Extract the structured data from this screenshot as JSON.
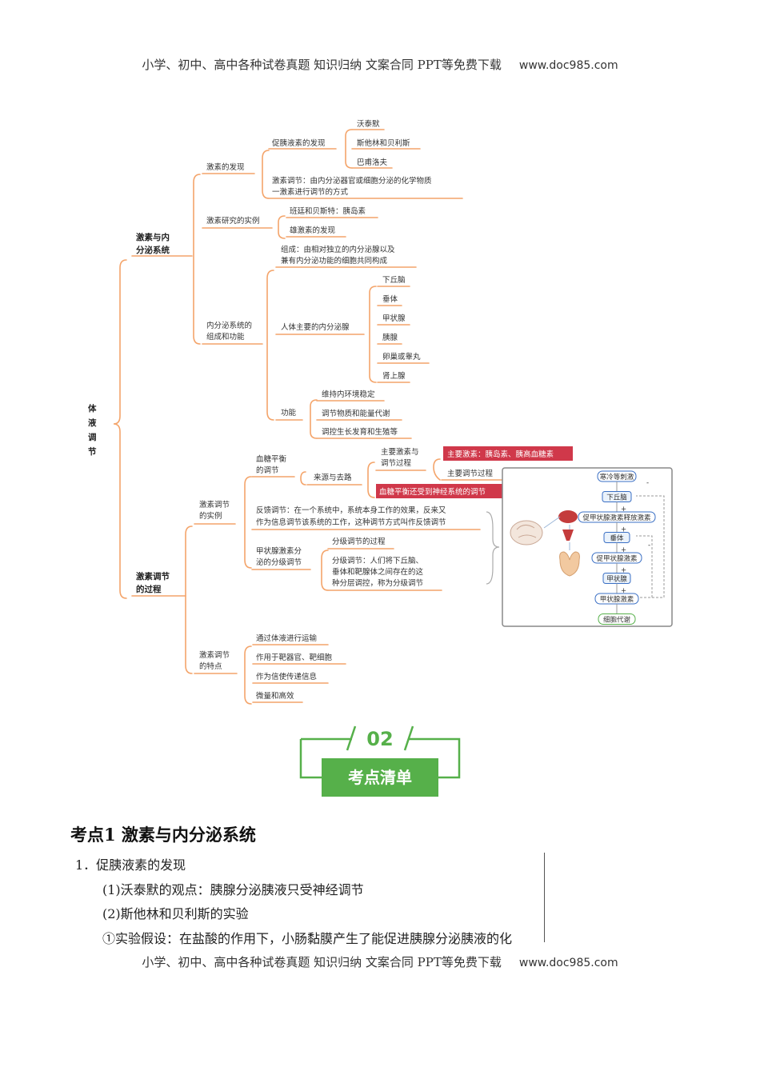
{
  "header": {
    "text": "小学、初中、高中各种试卷真题  知识归纳  文案合同  PPT等免费下载",
    "site": "www.doc985.com"
  },
  "footer": {
    "text": "小学、初中、高中各种试卷真题  知识归纳  文案合同  PPT等免费下载",
    "site": "www.doc985.com"
  },
  "mindmap": {
    "root": "体液调节",
    "branch1": "激素与内分泌系统",
    "b1_discovery": "激素的发现",
    "b1_secretin": "促胰液素的发现",
    "b1_wotaimo": "沃泰默",
    "b1_bayliss": "斯他林和贝利斯",
    "b1_pavlov": "巴甫洛夫",
    "b1_hormone_def": "激素调节：由内分泌器官或细胞分泌的化学物质",
    "b1_hormone_def2": "一激素进行调节的方式",
    "b1_examples": "激素研究的实例",
    "b1_insulin": "班廷和贝斯特：胰岛素",
    "b1_androgen": "雄激素的发现",
    "b1_system": "内分泌系统的组成和功能",
    "b1_system_a": "内分泌系统的",
    "b1_system_b": "组成和功能",
    "b1_comp": "组成：由相对独立的内分泌腺以及",
    "b1_comp2": "兼有内分泌功能的细胞共同构成",
    "b1_glands": "人体主要的内分泌腺",
    "b1_g1": "下丘脑",
    "b1_g2": "垂体",
    "b1_g3": "甲状腺",
    "b1_g4": "胰腺",
    "b1_g5": "卵巢或睾丸",
    "b1_g6": "肾上腺",
    "b1_func": "功能",
    "b1_f1": "维持内环境稳定",
    "b1_f2": "调节物质和能量代谢",
    "b1_f3": "调控生长发育和生殖等",
    "branch2_a": "激素调节",
    "branch2_b": "的过程",
    "b2_examples_a": "激素调节",
    "b2_examples_b": "的实例",
    "b2_glucose_a": "血糖平衡",
    "b2_glucose_b": "的调节",
    "b2_source": "来源与去路",
    "b2_main_a": "主要激素与",
    "b2_main_b": "调节过程",
    "b2_main_hormone": "主要激素：胰岛素、胰高血糖素",
    "b2_main_process": "主要调节过程",
    "b2_nerve": "血糖平衡还受到神经系统的调节",
    "b2_feedback": "反馈调节：在一个系统中，系统本身工作的效果，反来又",
    "b2_feedback2": "作为信息调节该系统的工作，这种调节方式叫作反馈调节",
    "b2_thyroid_a": "甲状腺激素分",
    "b2_thyroid_b": "泌的分级调节",
    "b2_tier_process": "分级调节的过程",
    "b2_tier_def1": "分级调节：人们将下丘脑、",
    "b2_tier_def2": "垂体和靶腺体之间存在的这",
    "b2_tier_def3": "种分层调控，称为分级调节",
    "b2_feat_a": "激素调节",
    "b2_feat_b": "的特点",
    "b2_feat1": "通过体液进行运输",
    "b2_feat2": "作用于靶器官、靶细胞",
    "b2_feat3": "作为信使传递信息",
    "b2_feat4": "微量和高效",
    "flow": [
      "寒冷等刺激",
      "下丘脑",
      "促甲状腺激素释放激素",
      "垂体",
      "促甲状腺激素",
      "甲状腺",
      "甲状腺激素",
      "细胞代谢"
    ],
    "flow_signs": [
      "+",
      "+",
      "+",
      "+",
      "-",
      "-"
    ]
  },
  "badge": {
    "number": "02",
    "label": "考点清单"
  },
  "section": {
    "title": "考点1  激素与内分泌系统",
    "lines": [
      "1．促胰液素的发现",
      "(1)沃泰默的观点：胰腺分泌胰液只受神经调节",
      "(2)斯他林和贝利斯的实验",
      "①实验假设：在盐酸的作用下，小肠黏膜产生了能促进胰腺分泌胰液的化"
    ]
  },
  "colors": {
    "orange": "#f4a46a",
    "green": "#56b04a",
    "red": "#d0384a",
    "blue": "#3a6fc4"
  }
}
